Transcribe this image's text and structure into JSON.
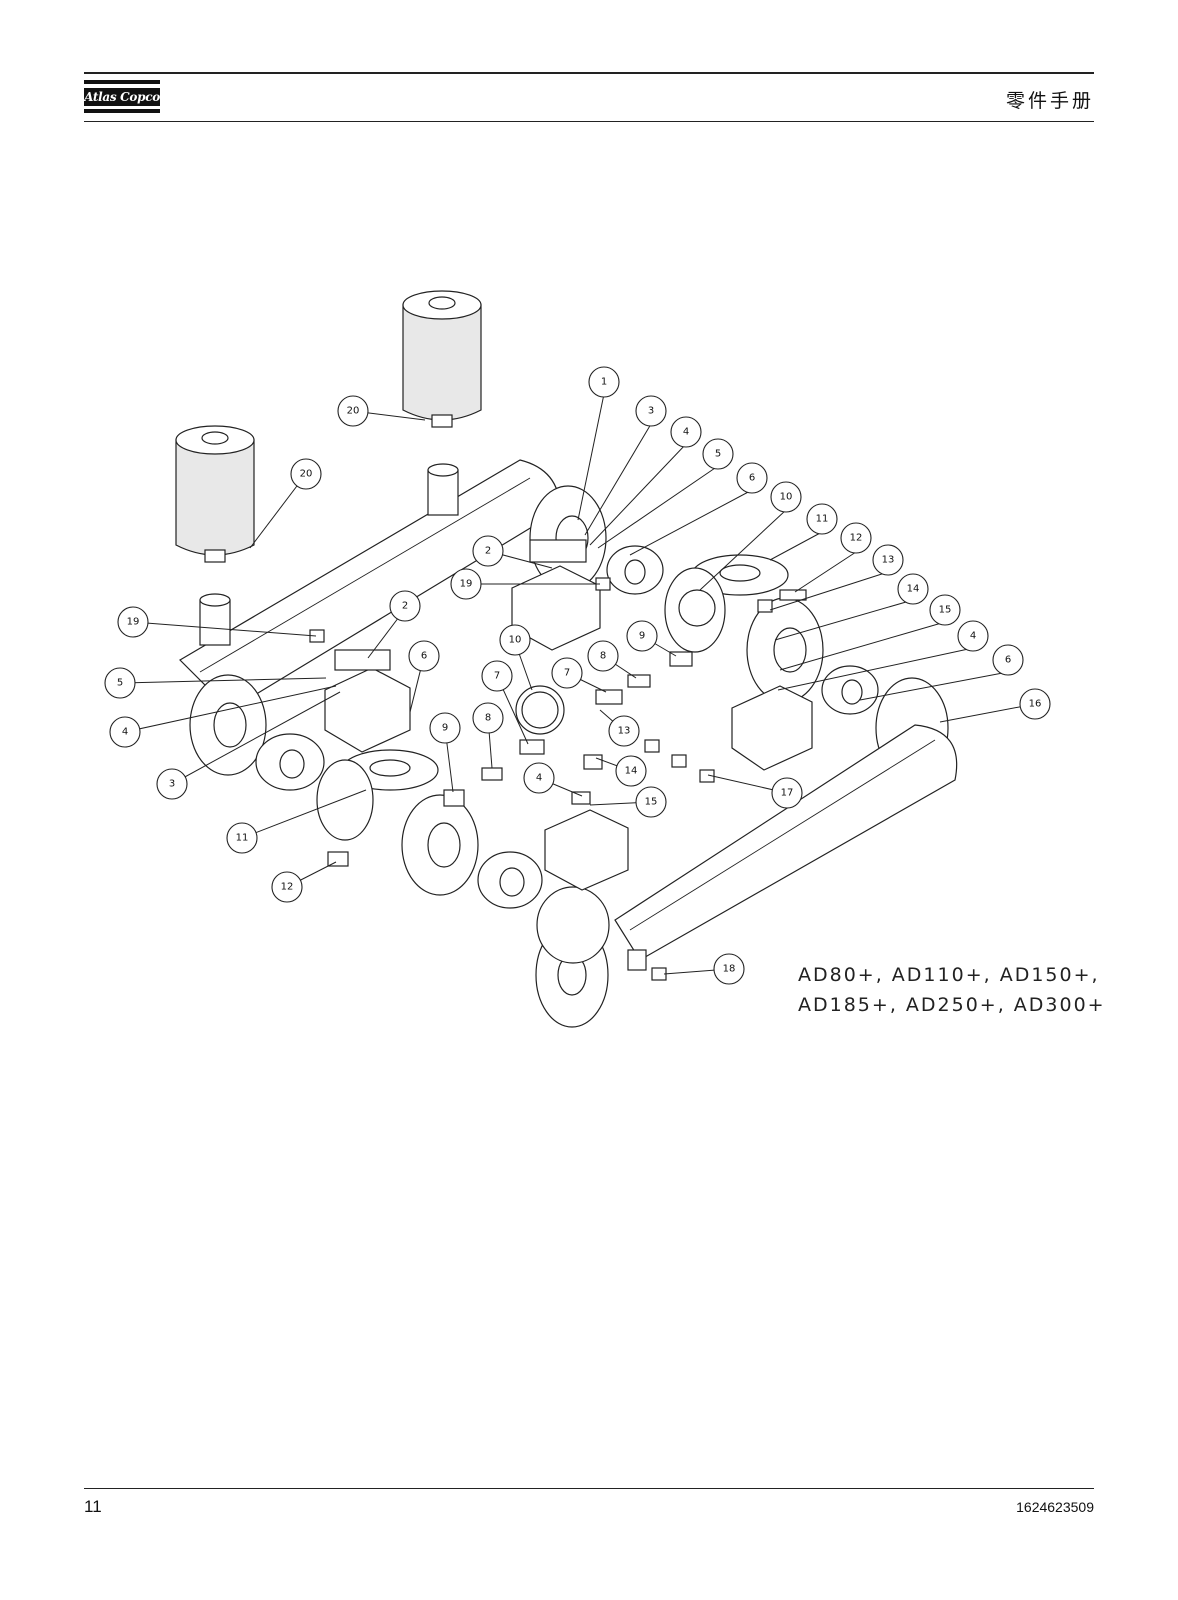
{
  "header": {
    "logo_text": "Atlas Copco",
    "title": "零件手册"
  },
  "diagram": {
    "model_lines": [
      "AD80+, AD110+, AD150+,",
      "AD185+, AD250+, AD300+"
    ],
    "callouts": [
      "1",
      "3",
      "4",
      "5",
      "6",
      "10",
      "11",
      "12",
      "13",
      "14",
      "15",
      "4",
      "6",
      "16",
      "2",
      "19",
      "20",
      "20",
      "19",
      "2",
      "6",
      "5",
      "4",
      "3",
      "10",
      "9",
      "8",
      "7",
      "7",
      "13",
      "14",
      "17",
      "9",
      "8",
      "4",
      "15",
      "11",
      "12",
      "18"
    ]
  },
  "footer": {
    "page_number": "11",
    "doc_number": "1624623509"
  }
}
